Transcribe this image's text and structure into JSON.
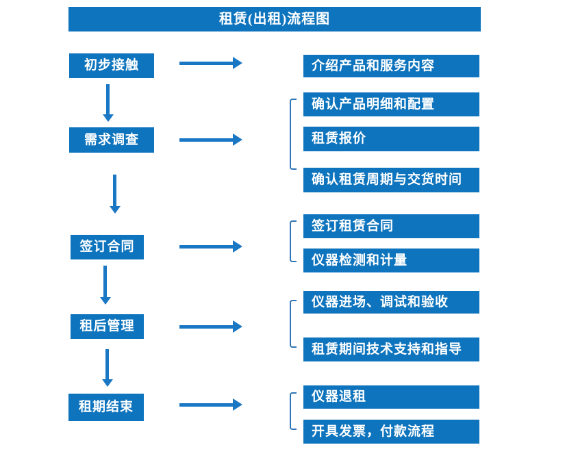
{
  "title": "租赁(出租)流程图",
  "colors": {
    "box_blue": "#0e74bd",
    "arrow_blue": "#1a77c4",
    "bracket_blue": "#2e75b6",
    "text_white": "#ffffff"
  },
  "stages": [
    {
      "label": "初步接触",
      "outputs": [
        "介绍产品和服务内容"
      ]
    },
    {
      "label": "需求调查",
      "outputs": [
        "确认产品明细和配置",
        "租赁报价",
        "确认租赁周期与交货时间"
      ]
    },
    {
      "label": "签订合同",
      "outputs": [
        "签订租赁合同",
        "仪器检测和计量"
      ]
    },
    {
      "label": "租后管理",
      "outputs": [
        "仪器进场、调试和验收",
        "租赁期间技术支持和指导"
      ]
    },
    {
      "label": "租期结束",
      "outputs": [
        "仪器退租",
        "开具发票，付款流程"
      ]
    }
  ]
}
